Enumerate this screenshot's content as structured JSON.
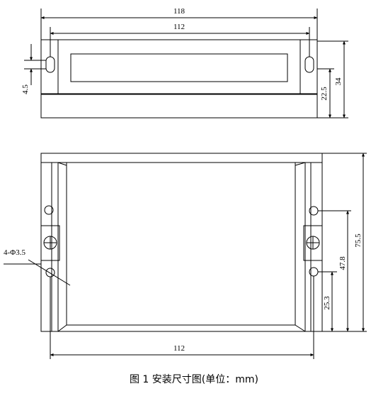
{
  "drawing": {
    "top_view": {
      "overall_width": "118",
      "slot_span": "112",
      "slot_width": "4.5",
      "slot_height": "22.5",
      "total_height": "34"
    },
    "front_view": {
      "mounting_holes": "4-Φ3.5",
      "hole_span": "112",
      "upper_hole_height": "47.8",
      "lower_hole_height": "25.3",
      "total_height": "75.5"
    }
  },
  "caption": "图 1   安装尺寸图(单位：mm)"
}
